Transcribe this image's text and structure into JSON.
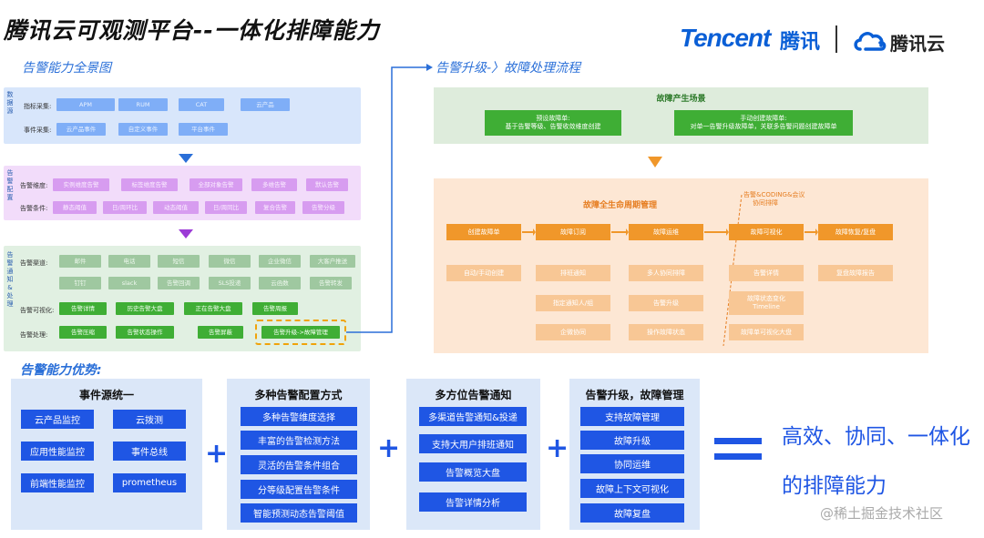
{
  "title": "腾讯云可观测平台--一体化排障能力",
  "logo": {
    "brand_en": "Tencent",
    "brand_cn": "腾讯",
    "cloud_cn": "腾讯云"
  },
  "left_panel": {
    "heading": "告警能力全景图",
    "data_source": {
      "band_label": "数据源",
      "row1_label": "指标采集:",
      "row1_items": [
        "APM",
        "RUM",
        "CAT",
        "云产品"
      ],
      "row2_label": "事件采集:",
      "row2_items": [
        "云产品事件",
        "自定义事件",
        "平台事件"
      ]
    },
    "alert_config": {
      "band_label": "告警配置",
      "row1_label": "告警维度:",
      "row1_items": [
        "实例维度告警",
        "标签维度告警",
        "全部对象告警",
        "多维告警",
        "默认告警"
      ],
      "row2_label": "告警条件:",
      "row2_items": [
        "静态阈值",
        "日/周环比",
        "动态阈值",
        "日/周同比",
        "复合告警",
        "告警分级"
      ]
    },
    "alert_handle": {
      "band_label": "告警通知&处理",
      "row1_label": "告警渠道:",
      "row1_items": [
        "邮件",
        "电话",
        "短信",
        "微信",
        "企业微信",
        "大客户推送"
      ],
      "row1b_items": [
        "钉钉",
        "slack",
        "告警回调",
        "SLS投递",
        "云函数",
        "告警转发"
      ],
      "row2_label": "告警可视化:",
      "row2_items": [
        "告警详情",
        "历史告警大盘",
        "正在告警大盘",
        "告警周报"
      ],
      "row3_label": "告警处理:",
      "row3_items": [
        "告警压缩",
        "告警状态操作",
        "告警屏蔽",
        "告警升级->故障管理"
      ]
    }
  },
  "right_panel": {
    "heading": "告警升级-〉故障处理流程",
    "scene": {
      "title": "故障产生场景",
      "box1_line1": "预设故障单:",
      "box1_line2": "基于告警等级、告警收敛维度创建",
      "box2_line1": "手动创建故障单:",
      "box2_line2": "对单一告警升级故障单，关联多告警问题创建故障单"
    },
    "lifecycle": {
      "title": "故障全生命周期管理",
      "note_line1": "告警&CODING&会议",
      "note_line2": "协同排障",
      "steps": [
        "创建故障单",
        "故障订阅",
        "故障运维",
        "故障可视化",
        "故障恢复/复盘"
      ],
      "sub_col1": [
        "自动/手动创建"
      ],
      "sub_col2": [
        "排班通知",
        "指定通知人/组",
        "企微协同"
      ],
      "sub_col3": [
        "多人协同排障",
        "告警升级",
        "操作故障状态"
      ],
      "sub_col4": [
        "告警详情",
        "故障状态变化",
        "Timeline",
        "故障单可视化大盘"
      ],
      "sub_col5": [
        "复盘故障报告"
      ]
    }
  },
  "advantages": {
    "heading": "告警能力优势:",
    "card1": {
      "title": "事件源统一",
      "items": [
        "云产品监控",
        "云拨测",
        "应用性能监控",
        "事件总线",
        "前端性能监控",
        "prometheus"
      ]
    },
    "card2": {
      "title": "多种告警配置方式",
      "items": [
        "多种告警维度选择",
        "丰富的告警检测方法",
        "灵活的告警条件组合",
        "分等级配置告警条件",
        "智能预测动态告警阈值"
      ]
    },
    "card3": {
      "title": "多方位告警通知",
      "items": [
        "多渠道告警通知&投递",
        "支持大用户排班通知",
        "告警概览大盘",
        "告警详情分析"
      ]
    },
    "card4": {
      "title": "告警升级，故障管理",
      "items": [
        "支持故障管理",
        "故障升级",
        "协同运维",
        "故障上下文可视化",
        "故障复盘"
      ]
    },
    "result_line1": "高效、协同、一体化",
    "result_line2": "的排障能力"
  },
  "watermark": "@稀土掘金技术社区",
  "colors": {
    "accent": "#1f56e4",
    "orange": "#f0972a",
    "green": "#3fae35"
  }
}
